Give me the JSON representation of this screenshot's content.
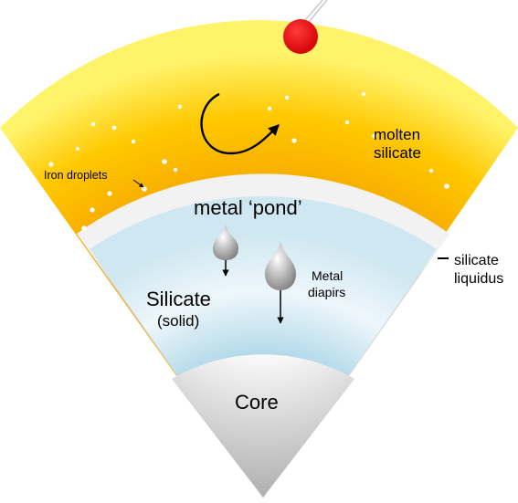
{
  "labels": {
    "molten_line1": "molten",
    "molten_line2": "silicate",
    "iron_droplets": "Iron droplets",
    "metal_pond": "metal ‘pond’",
    "silicate_liquidus_line1": "silicate",
    "silicate_liquidus_line2": "liquidus",
    "silicate_solid_line1": "Silicate",
    "silicate_solid_line2": "(solid)",
    "metal_diapirs_line1": "Metal",
    "metal_diapirs_line2": "diapirs",
    "core": "Core"
  },
  "colors": {
    "molten_outer": "#fff36a",
    "molten_inner": "#f5a300",
    "pond": "#dcdcdc",
    "mantle_light": "#f4fafc",
    "mantle_blue": "#a9d5e6",
    "core_light": "#ffffff",
    "core_dark": "#b4b4b4",
    "impactor": "#e60000"
  }
}
